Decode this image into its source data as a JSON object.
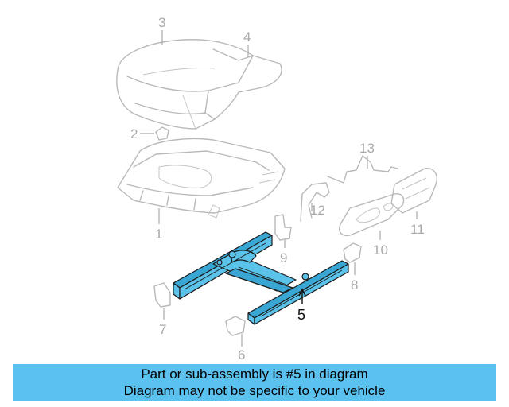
{
  "callouts": {
    "c1": "1",
    "c2": "2",
    "c3": "3",
    "c4": "4",
    "c5": "5",
    "c6": "6",
    "c7": "7",
    "c8": "8",
    "c9": "9",
    "c10": "10",
    "c11": "11",
    "c12": "12",
    "c13": "13"
  },
  "highlighted_part": "5",
  "colors": {
    "highlight": "#5bc2ea",
    "banner": "#5bc2f0",
    "ghost": "#b9b9b9"
  },
  "banner": {
    "line1": "Part or sub-assembly is #5 in diagram",
    "line2": "Diagram may not be specific to your vehicle"
  }
}
